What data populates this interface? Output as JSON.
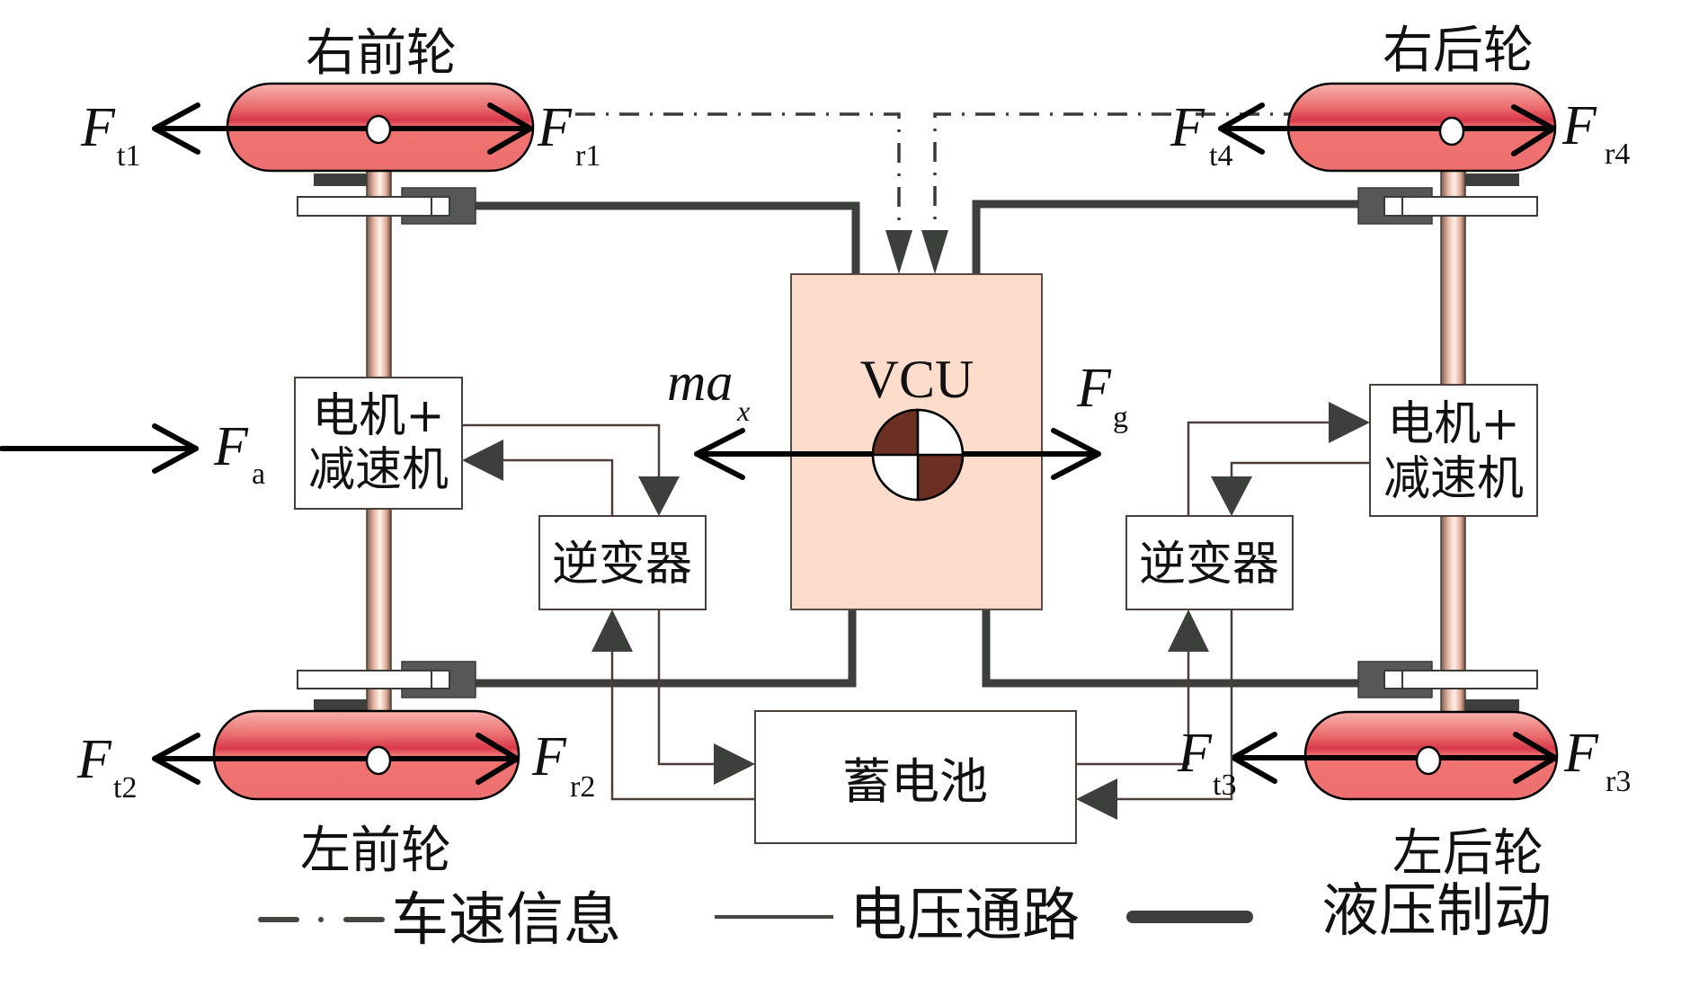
{
  "diagram": {
    "title": "Four-wheel independent drive EV braking system schematic",
    "wheels": {
      "right_front": {
        "label": "右前轮",
        "traction_force": {
          "symbol": "F",
          "sub": "t1"
        },
        "braking_force": {
          "symbol": "F",
          "sub": "r1"
        }
      },
      "right_rear": {
        "label": "右后轮",
        "traction_force": {
          "symbol": "F",
          "sub": "t4"
        },
        "braking_force": {
          "symbol": "F",
          "sub": "r4"
        }
      },
      "left_front": {
        "label": "左前轮",
        "traction_force": {
          "symbol": "F",
          "sub": "t2"
        },
        "braking_force": {
          "symbol": "F",
          "sub": "r2"
        }
      },
      "left_rear": {
        "label": "左后轮",
        "traction_force": {
          "symbol": "F",
          "sub": "t3"
        },
        "braking_force": {
          "symbol": "F",
          "sub": "r3"
        }
      }
    },
    "components": {
      "vcu": "VCU",
      "motor_left": [
        "电机+",
        "减速机"
      ],
      "motor_right": [
        "电机+",
        "减速机"
      ],
      "inverter_left": "逆变器",
      "inverter_right": "逆变器",
      "battery": "蓄电池"
    },
    "forces": {
      "air_resistance": {
        "symbol": "F",
        "sub": "a"
      },
      "inertia": {
        "symbol": "ma",
        "sub": "x"
      },
      "gradient": {
        "symbol": "F",
        "sub": "g"
      }
    },
    "legend": [
      {
        "style": "dash-dot",
        "label": "车速信息"
      },
      {
        "style": "thin-solid",
        "label": "电压通路"
      },
      {
        "style": "thick-solid",
        "label": "液压制动"
      }
    ],
    "colors": {
      "wheel_fill": "#ee6f6f",
      "wheel_band": "#d8394a",
      "vcu_fill": "#fddccb",
      "axle": "#e7b9a6",
      "hydraulic": "#3d3f3c",
      "cg_dark": "#6b2f24"
    }
  }
}
